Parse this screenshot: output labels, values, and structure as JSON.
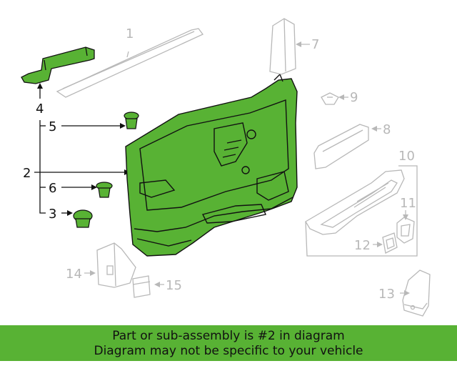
{
  "callouts": {
    "c1": "1",
    "c2": "2",
    "c3": "3",
    "c4": "4",
    "c5": "5",
    "c6": "6",
    "c7": "7",
    "c8": "8",
    "c9": "9",
    "c10": "10",
    "c11": "11",
    "c12": "12",
    "c13": "13",
    "c14": "14",
    "c15": "15"
  },
  "banner": {
    "line1": "Part or sub-assembly is #2 in diagram",
    "line2": "Diagram may not be specific to your vehicle"
  },
  "colors": {
    "highlight": "#58b234",
    "inactive": "#b8b8b8",
    "outline": "#111111"
  }
}
